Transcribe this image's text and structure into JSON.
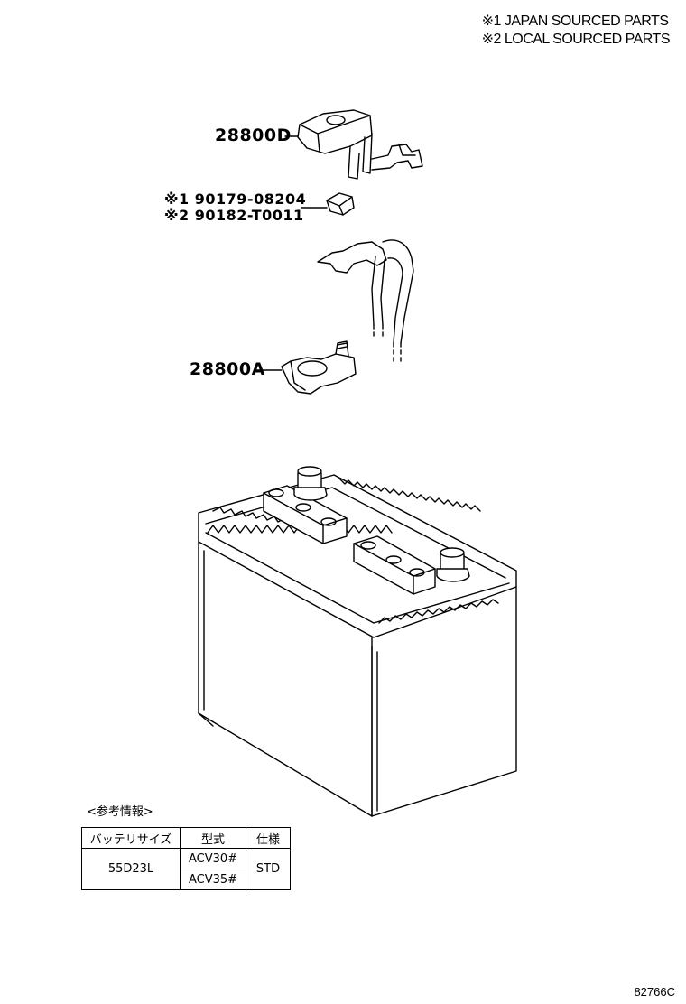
{
  "legend": {
    "line1": "※1  JAPAN  SOURCED  PARTS",
    "line2": "※2  LOCAL  SOURCED  PARTS"
  },
  "parts": {
    "cover": "28800D",
    "nut_japan": "※1 90179-08204",
    "nut_local": "※2 90182-T0011",
    "terminal": "28800A"
  },
  "reference": {
    "title": "<参考情報>",
    "headers": [
      "バッテリサイズ",
      "型式",
      "仕様"
    ],
    "battery_size": "55D23L",
    "models": [
      "ACV30#",
      "ACV35#"
    ],
    "spec": "STD"
  },
  "footer_code": "82766C"
}
